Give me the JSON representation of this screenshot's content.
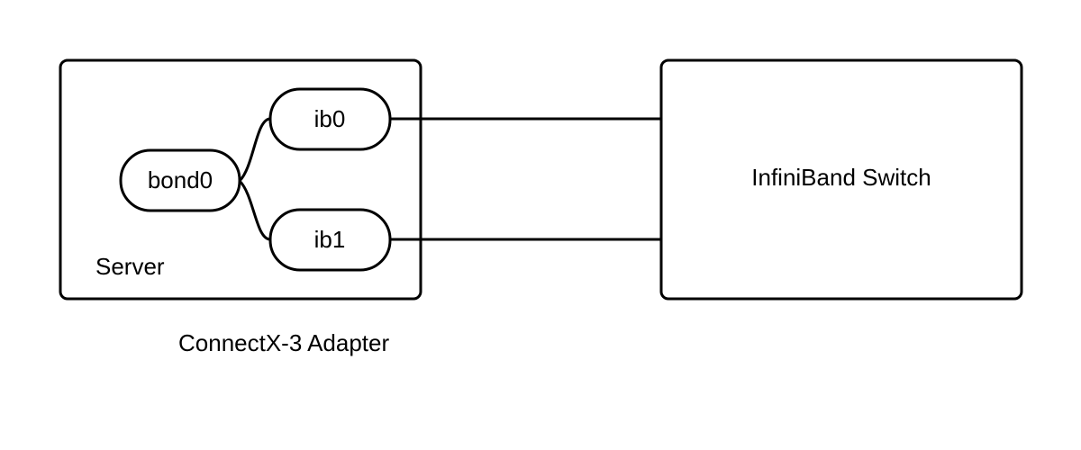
{
  "server": {
    "label": "Server",
    "nodes": {
      "bond": "bond0",
      "ib0": "ib0",
      "ib1": "ib1"
    }
  },
  "adapter": {
    "label": "ConnectX-3 Adapter"
  },
  "switch": {
    "label": "InfiniBand Switch"
  },
  "colors": {
    "stroke": "#000000",
    "background": "#ffffff"
  }
}
